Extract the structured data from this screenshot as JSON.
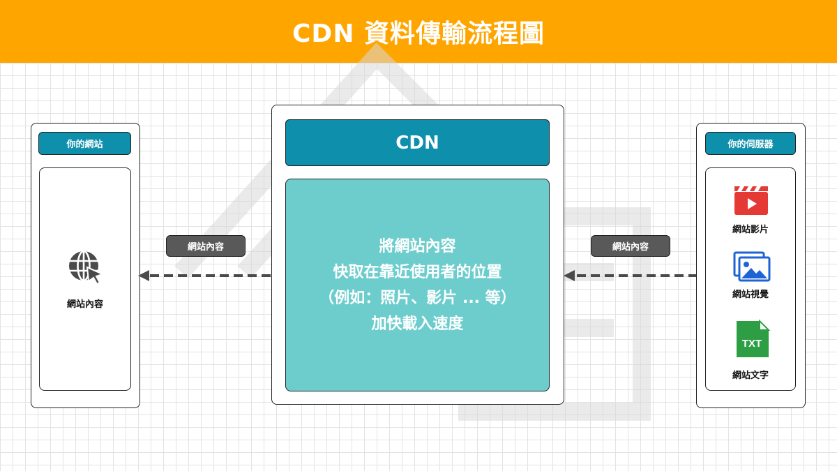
{
  "header": {
    "title": "CDN 資料傳輸流程圖"
  },
  "colors": {
    "header_bg": "#FFA500",
    "pill_teal": "#0E8FAB",
    "cdn_body": "#2FB4B6",
    "label_dark": "#595959",
    "video_icon": "#E53935",
    "image_icon": "#1E63D6",
    "text_icon": "#2E9E44"
  },
  "website": {
    "title": "你的網站",
    "content_label": "網站內容",
    "icon": "globe-cursor-icon"
  },
  "cdn": {
    "title": "CDN",
    "lines": [
      "將網站內容",
      "快取在靠近使用者的位置",
      "（例如：照片、影片 ... 等）",
      "加快載入速度"
    ]
  },
  "server": {
    "title": "你的伺服器",
    "items": [
      {
        "label": "網站影片",
        "icon": "video-clapper-icon"
      },
      {
        "label": "網站視覺",
        "icon": "image-gallery-icon"
      },
      {
        "label": "網站文字",
        "icon": "txt-file-icon",
        "icon_text": "TXT"
      }
    ]
  },
  "arrows": {
    "left_label": "網站內容",
    "right_label": "網站內容"
  }
}
